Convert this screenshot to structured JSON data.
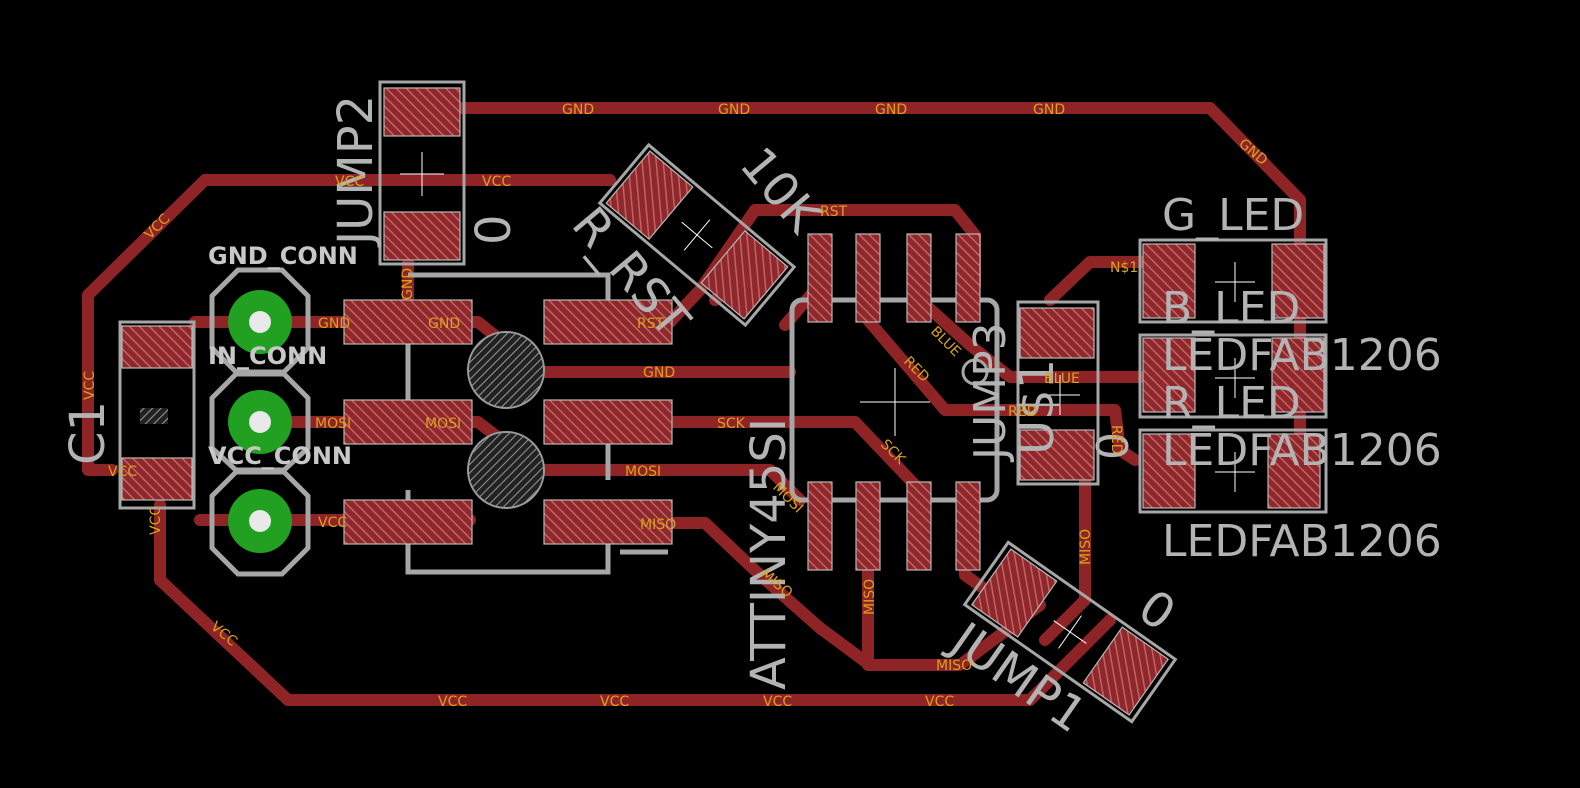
{
  "board": {
    "background": "#000000",
    "trace_color": "#8f2427",
    "pad_color": "#c24a4f",
    "silk_color": "#a6a6a6",
    "net_label_color": "#d9a21a",
    "via_color": "#22a021"
  },
  "components": {
    "jump2": {
      "name": "JUMP2",
      "value": "0"
    },
    "r_rst": {
      "name": "R_RST",
      "value": "10K"
    },
    "c1": {
      "name": "C1"
    },
    "attiny": {
      "name": "ATTINY45SI"
    },
    "jump3": {
      "name": "JUMP3",
      "value": "0"
    },
    "jump1": {
      "name": "JUMP1",
      "value": "0"
    },
    "u1": {
      "name": "U$1"
    },
    "g_led": {
      "name": "G_LED",
      "value": "LEDFAB1206"
    },
    "b_led": {
      "name": "B_LED",
      "value": "LEDFAB1206"
    },
    "r_led": {
      "name": "R_LED",
      "value": "LEDFAB1206"
    },
    "gnd_conn": {
      "name": "GND_CONN"
    },
    "in_conn": {
      "name": "IN_CONN"
    },
    "vcc_conn": {
      "name": "VCC_CONN"
    }
  },
  "nets": {
    "gnd": "GND",
    "vcc": "VCC",
    "rst": "RST",
    "sck": "SCK",
    "mosi": "MOSI",
    "miso": "MISO",
    "red": "RED",
    "blue": "BLUE",
    "n1": "N$1"
  }
}
